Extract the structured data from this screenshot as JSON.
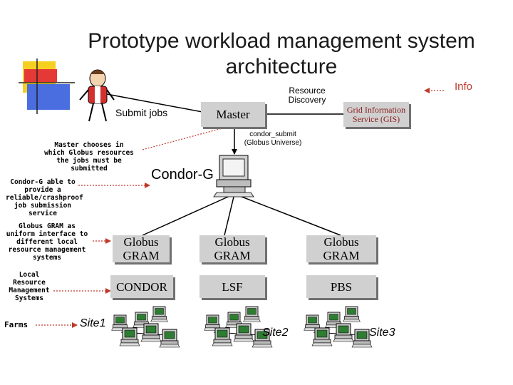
{
  "title": "Prototype workload management system architecture",
  "labels": {
    "info": "Info",
    "resource_discovery": "Resource Discovery",
    "submit_jobs": "Submit jobs",
    "condor_submit": "condor_submit (Globus Universe)",
    "condor_g": "Condor-G",
    "site1": "Site1",
    "site2": "Site2",
    "site3": "Site3"
  },
  "boxes": {
    "master": "Master",
    "gis": "Grid Information Service (GIS)",
    "gram1": "Globus GRAM",
    "gram2": "Globus GRAM",
    "gram3": "Globus GRAM",
    "condor": "CONDOR",
    "lsf": "LSF",
    "pbs": "PBS"
  },
  "notes": {
    "master_chooses": "Master chooses in which Globus resources the jobs must be submitted",
    "condor_g_able": "Condor-G able to provide a reliable/crashproof job submission service",
    "gram_uniform": "Globus GRAM as uniform interface to different local resource management systems",
    "local_rms": "Local Resource Management Systems",
    "farms": "Farms"
  },
  "colors": {
    "box_fill": "#d0d0d0",
    "arrow": "#c0392b",
    "deco_yellow": "#f5d020",
    "deco_blue": "#4a6ee0",
    "deco_red": "#e53935"
  }
}
